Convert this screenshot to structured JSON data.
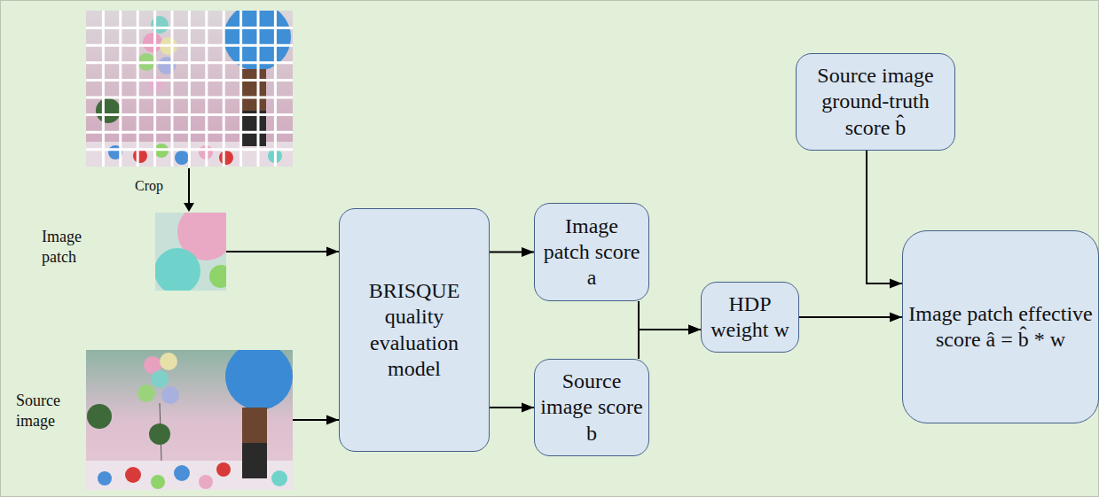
{
  "diagram": {
    "nodes": [
      {
        "text": [
          "Image patch"
        ]
      },
      {
        "text": [
          "Source image"
        ]
      },
      {
        "text": [
          "BRISQUE quality evaluation model"
        ]
      },
      {
        "text": [
          "Image patch score a"
        ]
      },
      {
        "text": [
          "Source image score b"
        ]
      },
      {
        "text": [
          "HDP weight w"
        ]
      },
      {
        "text": [
          "Source image ground-truth score b̂"
        ]
      },
      {
        "text": [
          "Image patch effective score â = b̂ * w"
        ]
      }
    ],
    "edges": [
      {
        "from": 0,
        "to": 2,
        "arrow": "to"
      },
      {
        "from": 1,
        "to": 2,
        "arrow": "to"
      },
      {
        "from": 2,
        "to": 3,
        "arrow": "to"
      },
      {
        "from": 2,
        "to": 4,
        "arrow": "to"
      },
      {
        "from": 3,
        "to": 5,
        "arrow": "to"
      },
      {
        "from": 4,
        "to": 5,
        "arrow": "to"
      },
      {
        "from": 5,
        "to": 7,
        "arrow": "to"
      },
      {
        "from": 6,
        "to": 7,
        "arrow": "to"
      }
    ],
    "labels": [
      "Crop"
    ]
  }
}
